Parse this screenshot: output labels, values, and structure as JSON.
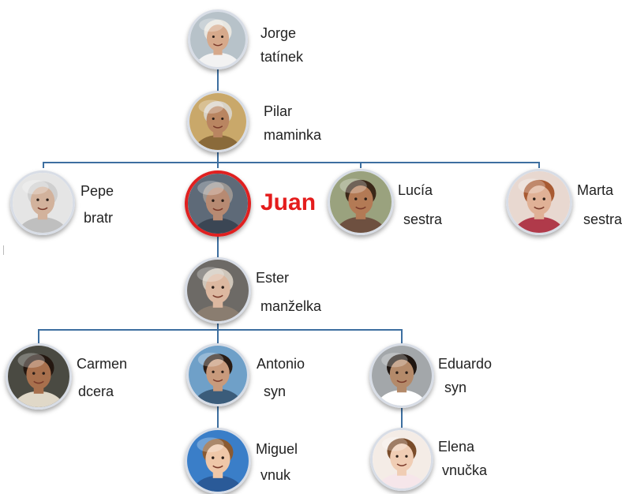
{
  "main_person": {
    "name": "Juan"
  },
  "people": [
    {
      "id": "jorge",
      "name": "Jorge",
      "relation": "tatínek",
      "skin": "#d6a98b",
      "hair": "#e8e6e0",
      "bg": "#b7c2c9",
      "shirt": "#f2f2f2"
    },
    {
      "id": "pilar",
      "name": "Pilar",
      "relation": "maminka",
      "skin": "#b98561",
      "hair": "#d8d2c6",
      "bg": "#c9a86a",
      "shirt": "#8a6a3a"
    },
    {
      "id": "pepe",
      "name": "Pepe",
      "relation": "bratr",
      "skin": "#d2b29c",
      "hair": "#cfcfcf",
      "bg": "#e5e5e5",
      "shirt": "#bfbfbf"
    },
    {
      "id": "juan",
      "name": "Juan",
      "relation": "",
      "skin": "#b78a72",
      "hair": "#9a9592",
      "bg": "#5e6a78",
      "shirt": "#3b4654"
    },
    {
      "id": "lucia",
      "name": "Lucía",
      "relation": "sestra",
      "skin": "#b37a55",
      "hair": "#3a2718",
      "bg": "#9aa27e",
      "shirt": "#6e5040"
    },
    {
      "id": "marta",
      "name": "Marta",
      "relation": "sestra",
      "skin": "#e0b196",
      "hair": "#a85a32",
      "bg": "#e8d8d0",
      "shirt": "#b03a4a"
    },
    {
      "id": "ester",
      "name": "Ester",
      "relation": "manželka",
      "skin": "#dcb8a0",
      "hair": "#cfc6ba",
      "bg": "#6d6a66",
      "shirt": "#8a7d70"
    },
    {
      "id": "carmen",
      "name": "Carmen",
      "relation": "dcera",
      "skin": "#a8704d",
      "hair": "#241710",
      "bg": "#4a4a42",
      "shirt": "#e0d8c8"
    },
    {
      "id": "antonio",
      "name": "Antonio",
      "relation": "syn",
      "skin": "#c89a7c",
      "hair": "#2a1c14",
      "bg": "#6fa0c8",
      "shirt": "#3b5c7a"
    },
    {
      "id": "eduardo",
      "name": "Eduardo",
      "relation": "syn",
      "skin": "#b48a6a",
      "hair": "#1e1510",
      "bg": "#a3a7aa",
      "shirt": "#ffffff"
    },
    {
      "id": "miguel",
      "name": "Miguel",
      "relation": "vnuk",
      "skin": "#efc7a8",
      "hair": "#8a5a32",
      "bg": "#3a7ec8",
      "shirt": "#2a5a98"
    },
    {
      "id": "elena",
      "name": "Elena",
      "relation": "vnučka",
      "skin": "#f0cdb4",
      "hair": "#7a4c2a",
      "bg": "#f4ece6",
      "shirt": "#f6e6ea"
    }
  ],
  "colors": {
    "connector": "#3d6fa0",
    "main_ring": "#e02020",
    "main_text": "#e41c1c"
  }
}
